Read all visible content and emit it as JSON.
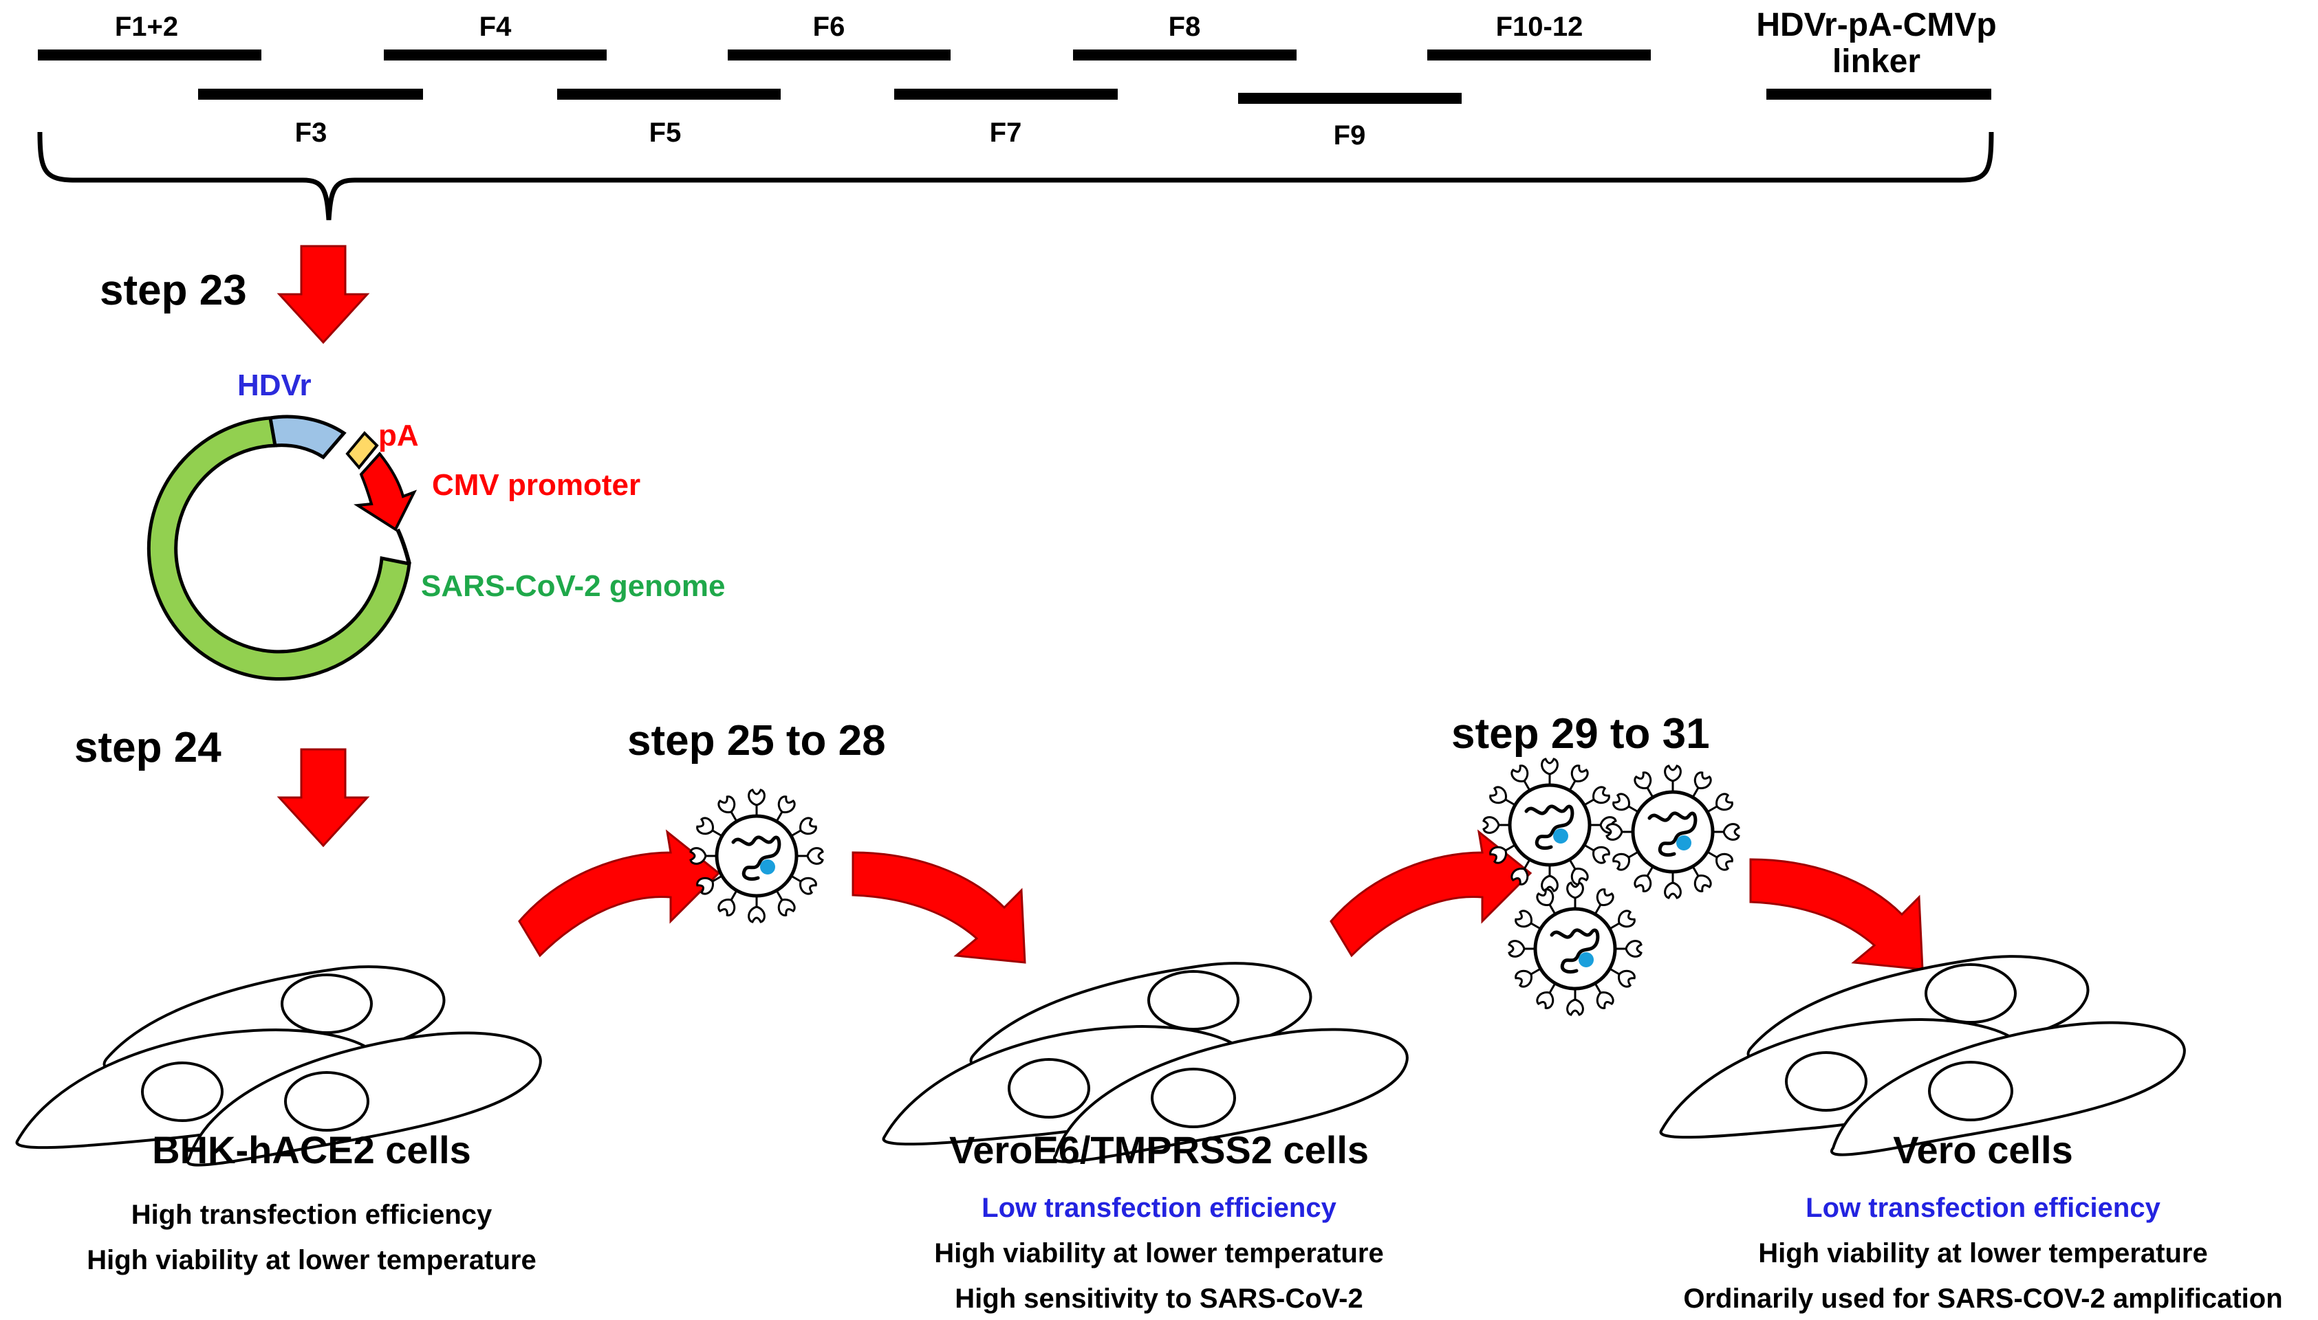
{
  "fragments": {
    "f1_2": "F1+2",
    "f3": "F3",
    "f4": "F4",
    "f5": "F5",
    "f6": "F6",
    "f7": "F7",
    "f8": "F8",
    "f9": "F9",
    "f10_12": "F10-12",
    "linker_line1": "HDVr-pA-CMVp",
    "linker_line2": "linker"
  },
  "steps": {
    "step23": "step 23",
    "step24": "step 24",
    "step25_28": "step 25 to 28",
    "step29_31": "step 29 to 31"
  },
  "plasmid": {
    "hdvr": "HDVr",
    "pa": "pA",
    "cmv": "CMV promoter",
    "genome": "SARS-CoV-2 genome"
  },
  "cells": {
    "bhk": {
      "name": "BHK-hACE2 cells",
      "line1": "High transfection efficiency",
      "line2": "High viability at lower temperature"
    },
    "veroe6": {
      "name": "VeroE6/TMPRSS2 cells",
      "line1": "Low transfection efficiency",
      "line2": "High viability at lower temperature",
      "line3": "High sensitivity to SARS-CoV-2"
    },
    "vero": {
      "name": "Vero cells",
      "line1": "Low transfection efficiency",
      "line2": "High viability at lower temperature",
      "line3": "Ordinarily used for SARS-COV-2 amplification"
    }
  },
  "colors": {
    "arrow_red": "#ff0000",
    "hdvr_blue": "#2b2bdc",
    "genome_green": "#1fa84a",
    "plasmid_green": "#92d050",
    "hdvr_segment": "#9dc3e6",
    "pa_segment": "#ffd966",
    "virus_dot": "#1a9fdc",
    "low_eff_blue": "#2323e0"
  }
}
